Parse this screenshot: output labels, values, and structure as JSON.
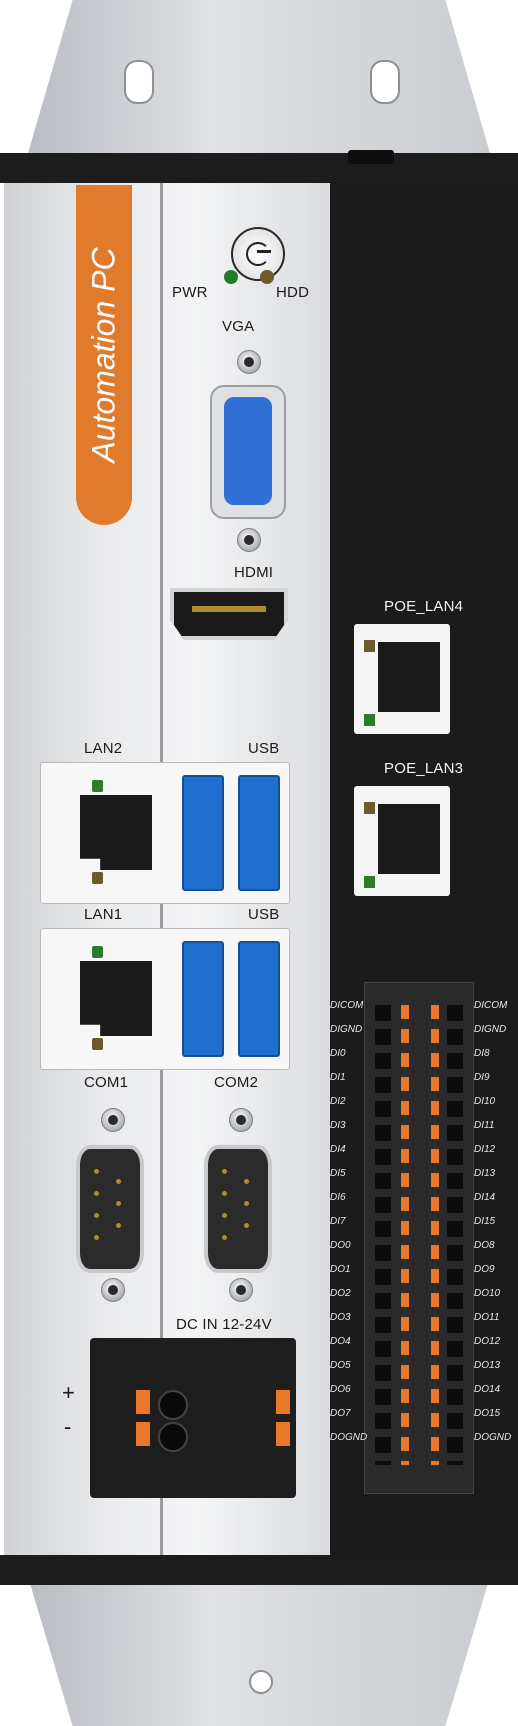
{
  "device": {
    "brand_tab": "Automation PC",
    "leds": {
      "pwr": "PWR",
      "hdd": "HDD"
    },
    "ports": {
      "vga": "VGA",
      "hdmi": "HDMI",
      "lan2": "LAN2",
      "lan1": "LAN1",
      "usb_top": "USB",
      "usb_bottom": "USB",
      "com1": "COM1",
      "com2": "COM2",
      "dc_in": "DC IN 12-24V",
      "poe_lan4": "POE_LAN4",
      "poe_lan3": "POE_LAN3",
      "plus": "+",
      "minus": "-"
    },
    "io_left": [
      "DICOM",
      "DIGND",
      "DI0",
      "DI1",
      "DI2",
      "DI3",
      "DI4",
      "DI5",
      "DI6",
      "DI7",
      "DO0",
      "DO1",
      "DO2",
      "DO3",
      "DO4",
      "DO5",
      "DO6",
      "DO7",
      "DOGND"
    ],
    "io_right": [
      "DICOM",
      "DIGND",
      "DI8",
      "DI9",
      "DI10",
      "DI11",
      "DI12",
      "DI13",
      "DI14",
      "DI15",
      "DO8",
      "DO9",
      "DO10",
      "DO11",
      "DO12",
      "DO13",
      "DO14",
      "DO15",
      "DOGND"
    ]
  },
  "colors": {
    "brand_tab": "#e07a2c",
    "black_panel": "#1b1b1b",
    "usb_blue": "#1f6fd1",
    "led_green": "#1f7d2a",
    "terminal_orange": "#e8782a"
  }
}
